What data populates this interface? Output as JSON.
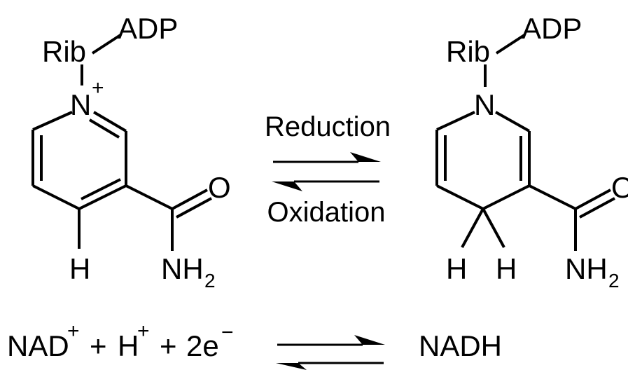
{
  "nad_plus": {
    "rib": "Rib",
    "adp": "ADP",
    "nitrogen": "N",
    "charge": "+",
    "oxygen": "O",
    "amide_n": "NH",
    "amide_sub": "2",
    "hydrogen": "H"
  },
  "nadh": {
    "rib": "Rib",
    "adp": "ADP",
    "nitrogen": "N",
    "oxygen": "O",
    "amide_n": "NH",
    "amide_sub": "2",
    "hydrogen_left": "H",
    "hydrogen_right": "H"
  },
  "reaction": {
    "forward_label": "Reduction",
    "reverse_label": "Oxidation"
  },
  "equation": {
    "nad": "NAD",
    "nad_sup": "+",
    "plus1": "+",
    "h": "H",
    "h_sup": "+",
    "plus2": "+",
    "electrons": "2e",
    "electron_sup": "−",
    "product": "NADH"
  },
  "colors": {
    "ink": "#000000",
    "background": "#ffffff"
  }
}
